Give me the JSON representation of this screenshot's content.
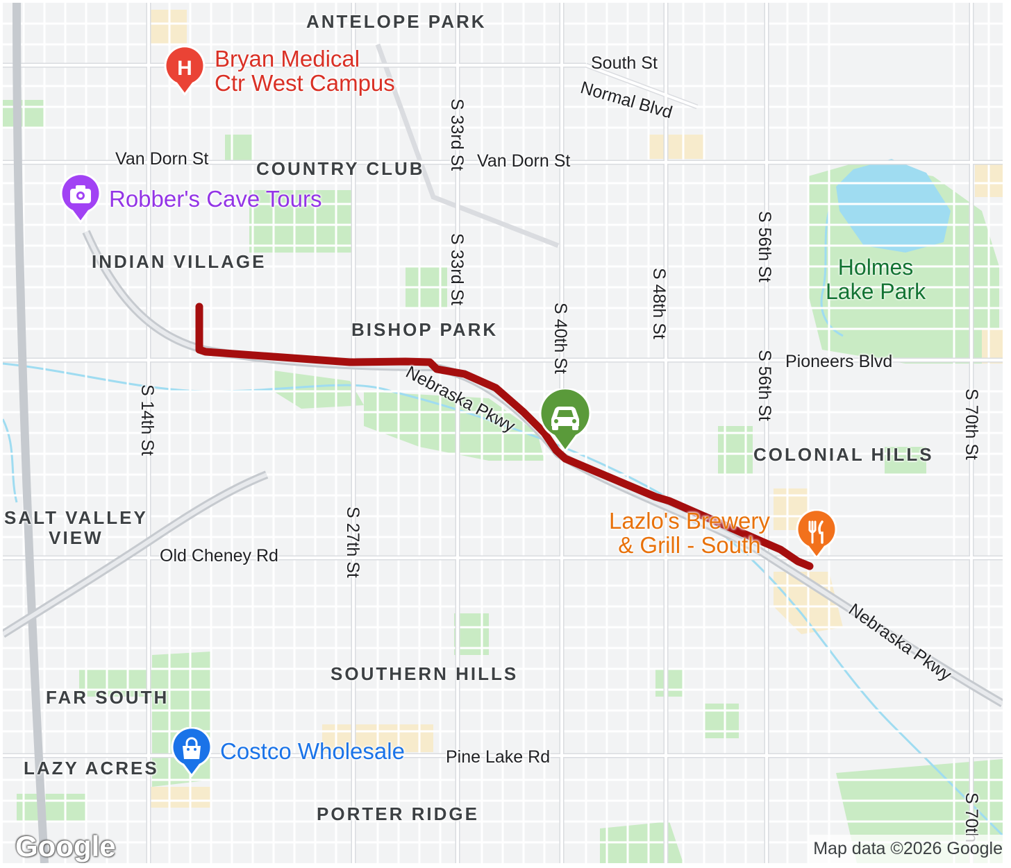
{
  "map": {
    "neighborhoods": {
      "antelope_park": "ANTELOPE PARK",
      "country_club": "COUNTRY CLUB",
      "indian_village": "INDIAN VILLAGE",
      "bishop_park": "BISHOP PARK",
      "colonial_hills": "COLONIAL HILLS",
      "salt_valley_view": "SALT VALLEY\nVIEW",
      "southern_hills": "SOUTHERN HILLS",
      "far_south": "FAR SOUTH",
      "lazy_acres": "LAZY ACRES",
      "porter_ridge": "PORTER RIDGE"
    },
    "streets": {
      "south_st": "South St",
      "normal_blvd": "Normal Blvd",
      "van_dorn_west": "Van Dorn St",
      "van_dorn_east": "Van Dorn St",
      "s33rd_top": "S 33rd St",
      "s33rd_mid": "S 33rd St",
      "s40th": "S 40th St",
      "s48th": "S 48th St",
      "s56th_top": "S 56th St",
      "s56th_mid": "S 56th St",
      "s70th_mid": "S 70th St",
      "s70th_bottom": "S 70th",
      "s14th": "S 14th St",
      "s27th": "S 27th St",
      "pioneers_blvd": "Pioneers Blvd",
      "old_cheney_rd": "Old Cheney Rd",
      "pine_lake_rd": "Pine Lake Rd",
      "nebraska_pkwy_mid": "Nebraska Pkwy",
      "nebraska_pkwy_east": "Nebraska Pkwy"
    },
    "pois": {
      "bryan_medical": "Bryan Medical\nCtr West Campus",
      "robbers_cave": "Robber's Cave Tours",
      "holmes_lake": "Holmes\nLake Park",
      "lazlos": "Lazlo's Brewery\n& Grill - South",
      "costco": "Costco Wholesale"
    },
    "icons": {
      "hospital": "hospital-icon",
      "camera": "camera-icon",
      "restaurant": "fork-knife-icon",
      "shopping": "shopping-bag-icon",
      "car": "car-icon"
    },
    "colors": {
      "route": "#a50e0e",
      "hospital": "#ea4335",
      "attraction": "#a142f4",
      "restaurant": "#f2711c",
      "shopping": "#1a73e8",
      "car_pin": "#5a9a3a",
      "park": "#c7e9c0",
      "water": "#9fdcf1"
    },
    "hospital_letter": "H",
    "logo": "Google",
    "attribution": "Map data ©2026 Google"
  }
}
